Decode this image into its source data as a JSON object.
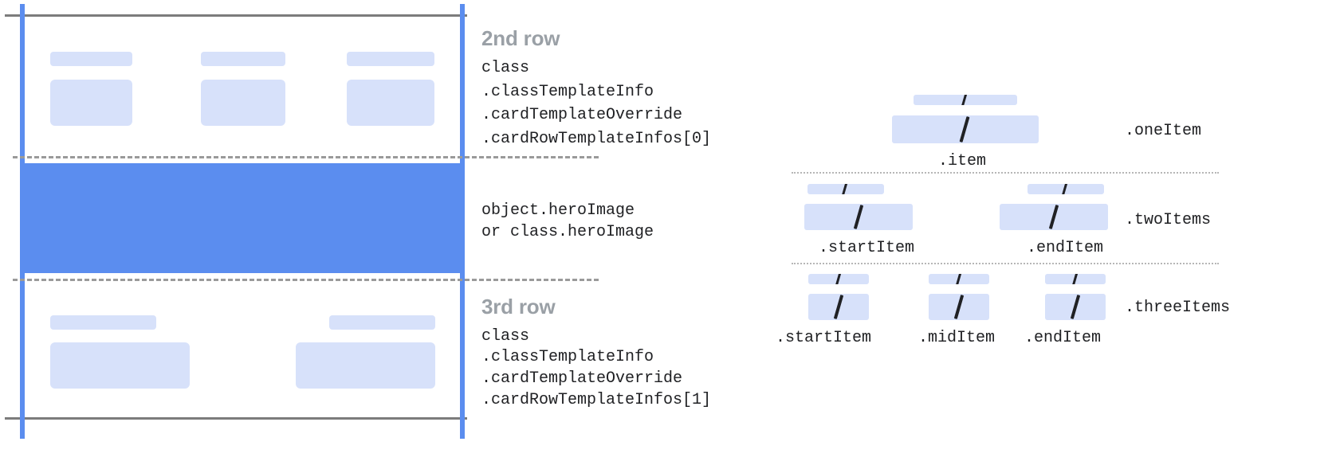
{
  "colors": {
    "accent_blue": "#5b8def",
    "placeholder_blue": "#d7e1fa",
    "hero_blue": "#5b8def",
    "rule_gray": "#7c7c7c",
    "dashed_gray": "#9a9a9a",
    "dotted_gray": "#b6b6b6",
    "title_gray": "#9aa0a6",
    "code_black": "#202124",
    "background": "#ffffff"
  },
  "left_diagram": {
    "name": "card-template-rows",
    "rows": [
      {
        "id": "second-row",
        "title": "2nd row",
        "code_lines": [
          "class",
          ".classTemplateInfo",
          ".cardTemplateOverride",
          ".cardRowTemplateInfos[0]"
        ],
        "columns": 3
      },
      {
        "id": "hero-row",
        "title": "",
        "code_lines": [
          "object.heroImage",
          "or class.heroImage"
        ],
        "columns": 0
      },
      {
        "id": "third-row",
        "title": "3rd row",
        "code_lines": [
          "class",
          ".classTemplateInfo",
          ".cardTemplateOverride",
          ".cardRowTemplateInfos[1]"
        ],
        "columns": 2
      }
    ]
  },
  "right_diagram": {
    "name": "row-item-variants",
    "variants": [
      {
        "id": "one-item",
        "label": ".oneItem",
        "items": [
          {
            "caption": ".item",
            "glyph": "/"
          }
        ]
      },
      {
        "id": "two-items",
        "label": ".twoItems",
        "items": [
          {
            "caption": ".startItem",
            "glyph": "/"
          },
          {
            "caption": ".endItem",
            "glyph": "/"
          }
        ]
      },
      {
        "id": "three-items",
        "label": ".threeItems",
        "items": [
          {
            "caption": ".startItem",
            "glyph": "/"
          },
          {
            "caption": ".midItem",
            "glyph": "/"
          },
          {
            "caption": ".endItem",
            "glyph": "/"
          }
        ]
      }
    ]
  }
}
